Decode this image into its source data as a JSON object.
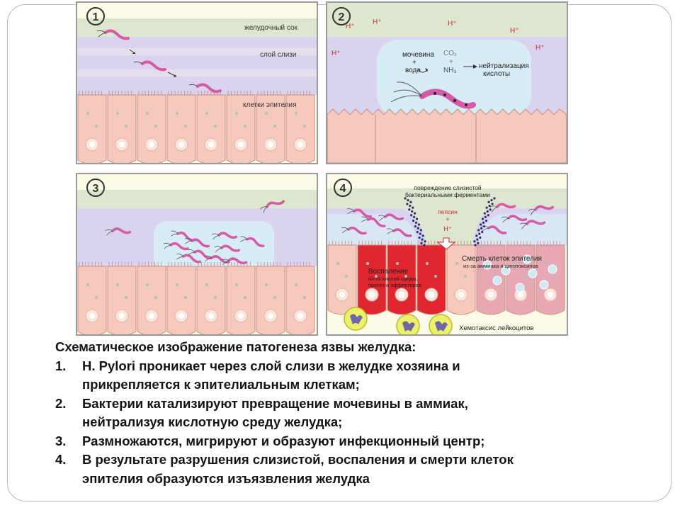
{
  "panels": [
    {
      "number": "1",
      "labels": {
        "gastric_juice": "желудочный сок",
        "mucus_layer": "слой слизи",
        "epithelium": "клетки эпителия"
      }
    },
    {
      "number": "2",
      "ion": "H⁺",
      "labels": {
        "urea": "мочевина",
        "plus1": "+",
        "water": "вода",
        "co2": "CO₂",
        "plus2": "+",
        "nh3": "NH₃",
        "neutralization_l1": "нейтрализация",
        "neutralization_l2": "кислоты"
      }
    },
    {
      "number": "3"
    },
    {
      "number": "4",
      "labels": {
        "damage_l1": "повреждение слизистой",
        "damage_l2": "бактериальными ферментами",
        "pepsin": "пепсин",
        "plus": "+",
        "h_ion": "H⁺",
        "inflammation": "Воспаление",
        "inflammation_sub1": "из-за кислой среды,",
        "inflammation_sub2": "протез и эффекторов",
        "cell_death": "Смерть клеток эпителия",
        "cell_death_sub": "из-за аммиака и цитотоксинов",
        "chemotaxis": "Хемотаксис лейкоцитов"
      }
    }
  ],
  "caption": {
    "title": "Схематическое изображение патогенеза язвы желудка:",
    "items": [
      {
        "num": "1.",
        "lines": [
          "H. Pylori проникает через слой слизи в желудке хозяина и",
          "прикрепляется к эпителиальным клеткам;"
        ]
      },
      {
        "num": "2.",
        "lines": [
          "Бактерии катализируют превращение мочевины в аммиак,",
          "нейтрализуя кислотную среду желудка;"
        ]
      },
      {
        "num": "3.",
        "lines": [
          "Размножаются, мигрируют и образуют инфекционный центр;"
        ]
      },
      {
        "num": "4.",
        "lines": [
          "В результате разрушения слизистой, воспаления и смерти клеток",
          "эпителия образуются изъязвления желудка"
        ]
      }
    ]
  },
  "colors": {
    "gastric_band": "#dde7cf",
    "mucus": "#d9d3ef",
    "cell_fill": "#f7c9bd",
    "cell_stroke": "#c98b82",
    "bacteria": "#d65aa8",
    "inflamed": "#e0262e",
    "bubble": "#d8ecf6",
    "acid": "#d4222a"
  }
}
